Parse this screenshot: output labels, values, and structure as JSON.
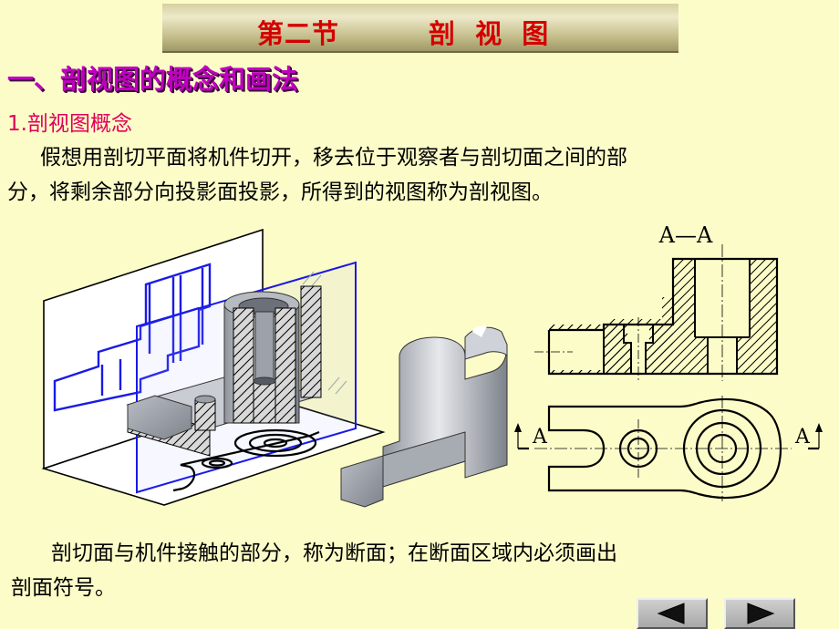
{
  "title_bar": {
    "section_label": "第二节",
    "topic": "剖 视 图"
  },
  "section_heading": "一、剖视图的概念和画法",
  "sub_heading": "1.剖视图概念",
  "paragraph1": {
    "line1": "假想用剖切平面将机件切开，移去位于观察者与剖切面之间的部",
    "line2": "分，将剩余部分向投影面投影，所得到的视图称为剖视图。"
  },
  "figure_views": {
    "section_label": "A—A",
    "left_arrow_label": "A",
    "right_arrow_label": "A"
  },
  "paragraph2": {
    "line1": "剖切面与机件接触的部分，称为断面；在断面区域内必须画出",
    "line2": "剖面符号。"
  },
  "navigation": {
    "prev_icon": "triangle-left-icon",
    "next_icon": "triangle-right-icon"
  },
  "colors": {
    "background": "#FCFCC8",
    "title_text": "#D40000",
    "heading": "#C000C0",
    "sub_heading": "#E0005A",
    "plane_blue": "#1A1AE6"
  }
}
